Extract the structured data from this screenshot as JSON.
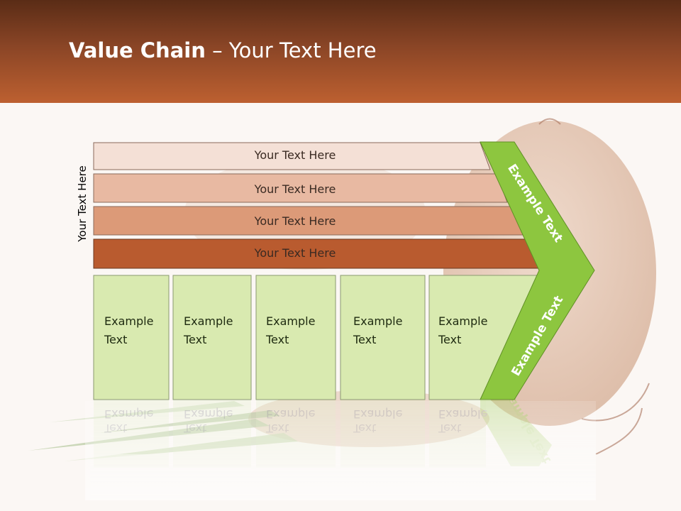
{
  "slide": {
    "title_bold": "Value Chain",
    "title_rest": " – Your Text Here",
    "side_label": "Your Text Here"
  },
  "bars": [
    {
      "label": "Your Text Here",
      "color": "#f4e0d6"
    },
    {
      "label": "Your Text Here",
      "color": "#e8b9a2"
    },
    {
      "label": "Your Text Here",
      "color": "#dc9a78"
    },
    {
      "label": "Your Text Here",
      "color": "#b95b2f"
    }
  ],
  "boxes": [
    {
      "line1": "Example",
      "line2": "Text"
    },
    {
      "line1": "Example",
      "line2": "Text"
    },
    {
      "line1": "Example",
      "line2": "Text"
    },
    {
      "line1": "Example",
      "line2": "Text"
    },
    {
      "line1": "Example",
      "line2": "Text"
    }
  ],
  "chevron": {
    "upper_label": "Example Text",
    "lower_label": "Example Text",
    "color": "#8dc63f"
  },
  "colors": {
    "header_dark": "#5a2c16",
    "header_light": "#bd6030",
    "box_fill": "#d9eab0",
    "box_border": "#8a9a70"
  }
}
